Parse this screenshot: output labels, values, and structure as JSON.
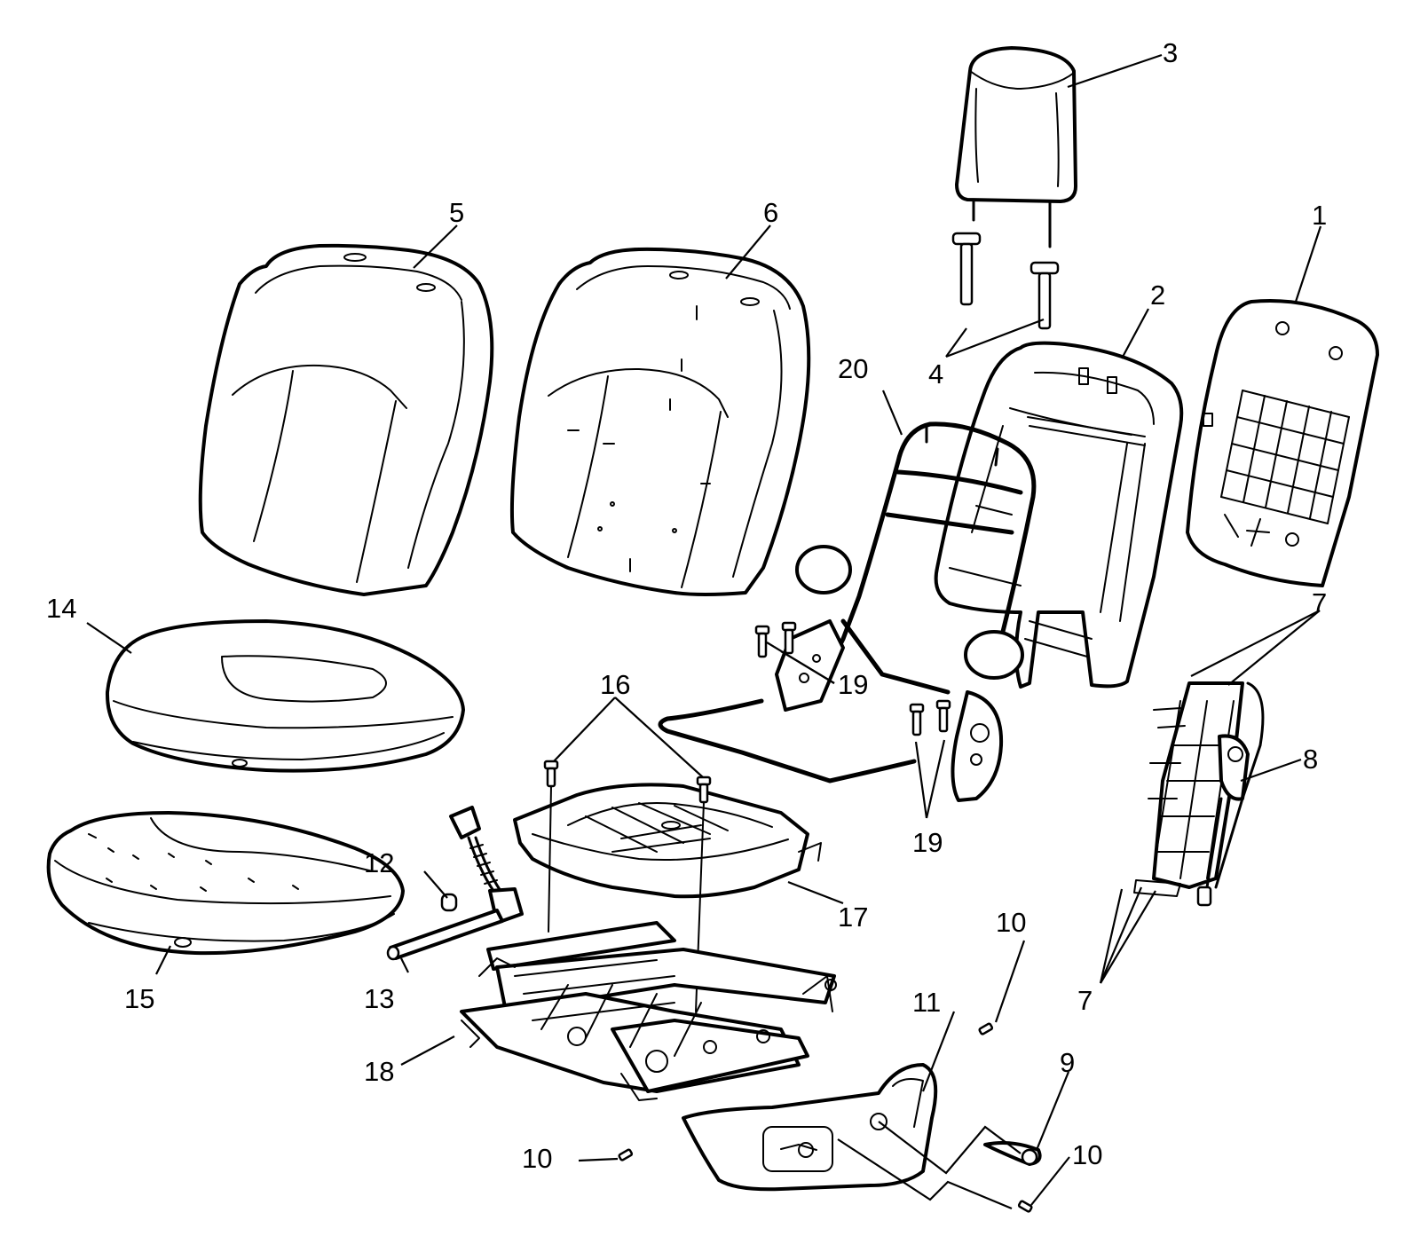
{
  "callouts": {
    "c1": "1",
    "c2": "2",
    "c3": "3",
    "c4": "4",
    "c5": "5",
    "c6": "6",
    "c7a": "7",
    "c7b": "7",
    "c8": "8",
    "c9": "9",
    "c10a": "10",
    "c10b": "10",
    "c10c": "10",
    "c11": "11",
    "c12": "12",
    "c13": "13",
    "c14": "14",
    "c15": "15",
    "c16": "16",
    "c17": "17",
    "c18": "18",
    "c19a": "19",
    "c19b": "19",
    "c20": "20"
  }
}
